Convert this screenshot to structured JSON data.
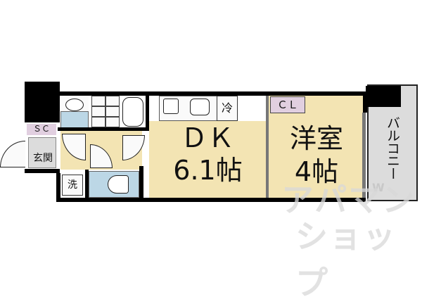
{
  "floor_plan": {
    "rooms": {
      "dk": {
        "name": "ＤＫ",
        "size": "6.1帖"
      },
      "western": {
        "name": "洋室",
        "size": "4帖"
      },
      "balcony": {
        "name": "バルコニー"
      },
      "entrance": {
        "name": "玄関"
      },
      "shoe_closet": {
        "name": "ＳＣ"
      },
      "closet": {
        "name": "ＣＬ"
      },
      "washer": {
        "name": "洗"
      },
      "fridge": {
        "name": "冷"
      }
    },
    "marks": {
      "window_letter": "W"
    },
    "watermark": {
      "line1": "アパマン",
      "line2": "ショップ"
    },
    "colors": {
      "wall": "#000000",
      "floor_yellow": "#f3e4b3",
      "wet_blue": "#bcd7e6",
      "balcony_gray": "#dcdcdc",
      "storage_pink": "#e1cfe0"
    }
  }
}
